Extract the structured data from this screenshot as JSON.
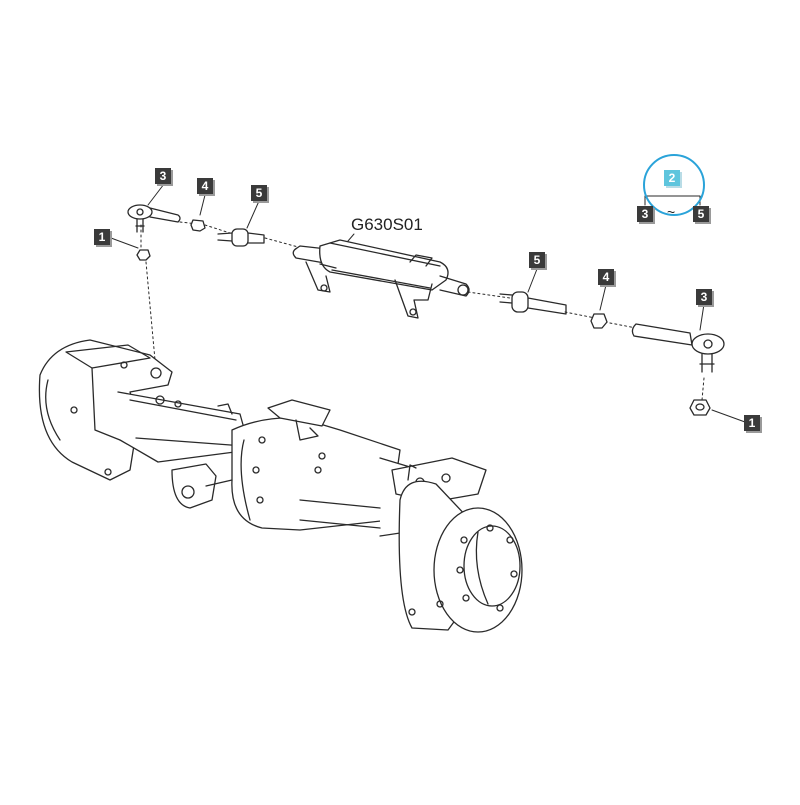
{
  "diagram": {
    "part_code": "G630S01",
    "callouts": {
      "c1_left": "1",
      "c3_left": "3",
      "c4_left": "4",
      "c5_left": "5",
      "c5_right": "5",
      "c4_right": "4",
      "c3_right": "3",
      "c1_right": "1",
      "kit": "2",
      "kit_from": "3",
      "kit_to": "5"
    },
    "kit_range_symbol": "~",
    "colors": {
      "line": "#2a2a2a",
      "callout_bg": "#3a3a3a",
      "highlight": "#5ec5dd",
      "highlight_ring": "#2aa3d9"
    }
  }
}
